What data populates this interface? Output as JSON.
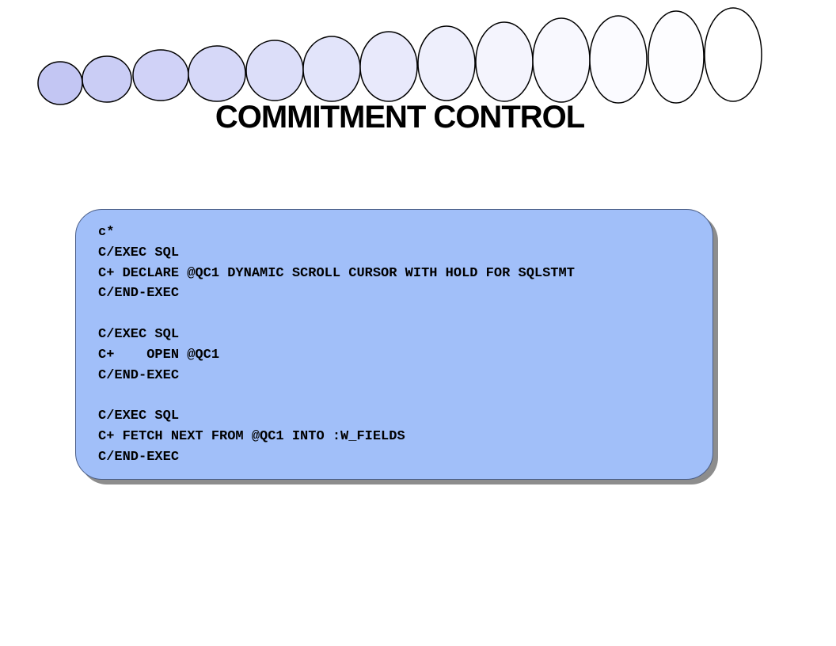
{
  "slide": {
    "title": "COMMITMENT CONTROL",
    "code_lines": [
      "c*",
      "C/EXEC SQL",
      "C+ DECLARE @QC1 DYNAMIC SCROLL CURSOR WITH HOLD FOR SQLSTMT",
      "C/END-EXEC",
      "",
      "C/EXEC SQL",
      "C+    OPEN @QC1",
      "C/END-EXEC",
      "",
      "C/EXEC SQL",
      "C+ FETCH NEXT FROM @QC1 INTO :W_FIELDS",
      "C/END-EXEC"
    ]
  },
  "colors": {
    "code_box_fill": "#a1bff9",
    "code_box_shadow": "#8d8d8d",
    "ellipse_fills": [
      "#c3c6f3",
      "#cacdf5",
      "#d0d2f7",
      "#d6d8f8",
      "#dcdef9",
      "#e2e4fa",
      "#e8e9fb",
      "#eeeffc",
      "#f4f4fd",
      "#f8f8fe",
      "#fbfbff",
      "#fdfdff",
      "#ffffff"
    ]
  }
}
